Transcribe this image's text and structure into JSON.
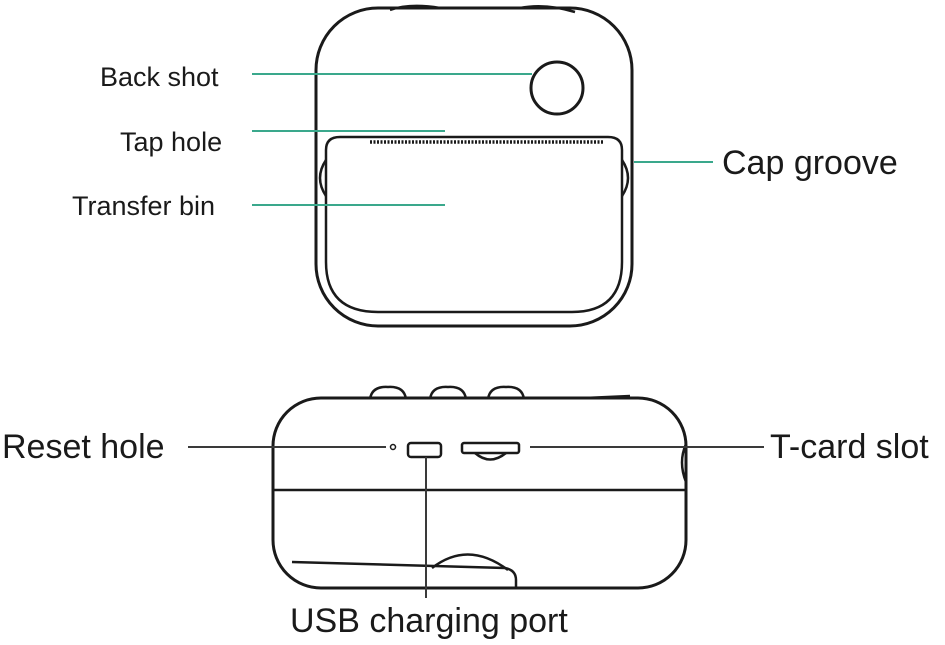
{
  "top_view": {
    "callouts": {
      "back_shot": "Back shot",
      "tap_hole": "Tap hole",
      "transfer_bin": "Transfer bin",
      "cap_groove": "Cap groove"
    }
  },
  "side_view": {
    "callouts": {
      "reset_hole": "Reset hole",
      "t_card_slot": "T-card slot",
      "usb_charging_port": "USB charging port"
    }
  },
  "colors": {
    "device_outline": "#1a1a1a",
    "top_leader_line": "#3aa88c",
    "bottom_leader_line": "#3a3a3a",
    "text": "#1a1a1a"
  }
}
